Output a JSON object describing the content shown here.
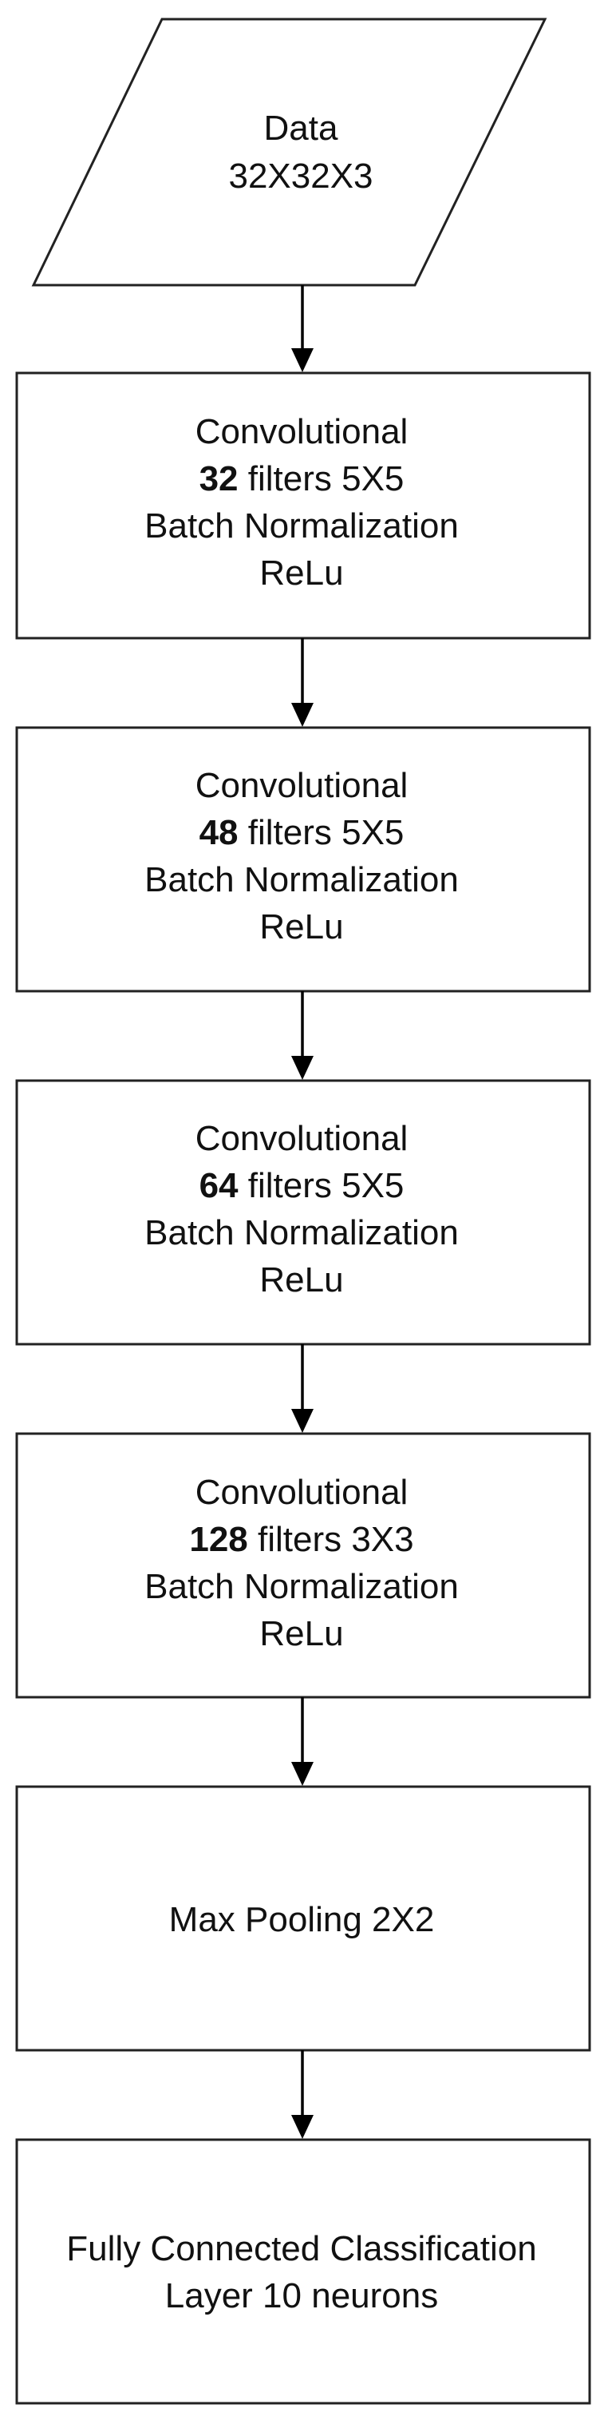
{
  "nodes": {
    "data": {
      "line1": "Data",
      "line2": "32X32X3"
    },
    "conv1": {
      "title": "Convolutional",
      "filters_count": "32",
      "filters_text": " filters 5X5",
      "norm": "Batch Normalization",
      "activation": "ReLu"
    },
    "conv2": {
      "title": "Convolutional",
      "filters_count": "48",
      "filters_text": " filters 5X5",
      "norm": "Batch Normalization",
      "activation": "ReLu"
    },
    "conv3": {
      "title": "Convolutional",
      "filters_count": "64",
      "filters_text": " filters 5X5",
      "norm": "Batch Normalization",
      "activation": "ReLu"
    },
    "conv4": {
      "title": "Convolutional",
      "filters_count": "128",
      "filters_text": " filters 3X3",
      "norm": "Batch Normalization",
      "activation": "ReLu"
    },
    "pool": {
      "label": "Max Pooling 2X2"
    },
    "fc": {
      "line1": "Fully Connected Classification",
      "line2": "Layer 10 neurons"
    }
  }
}
